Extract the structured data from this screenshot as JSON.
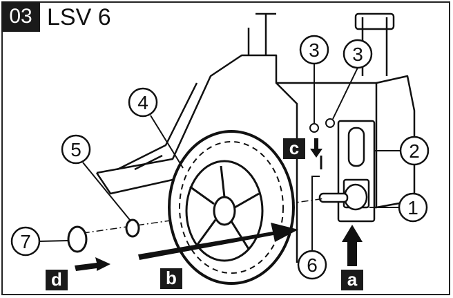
{
  "header": {
    "step": "03",
    "model": "LSV 6"
  },
  "callouts": [
    "1",
    "2",
    "3",
    "3",
    "4",
    "5",
    "6",
    "7"
  ],
  "tags": [
    "a",
    "b",
    "c",
    "d"
  ],
  "colors": {
    "ink": "#111111",
    "tag_bg": "#1a1a1a",
    "paper": "#ffffff"
  }
}
